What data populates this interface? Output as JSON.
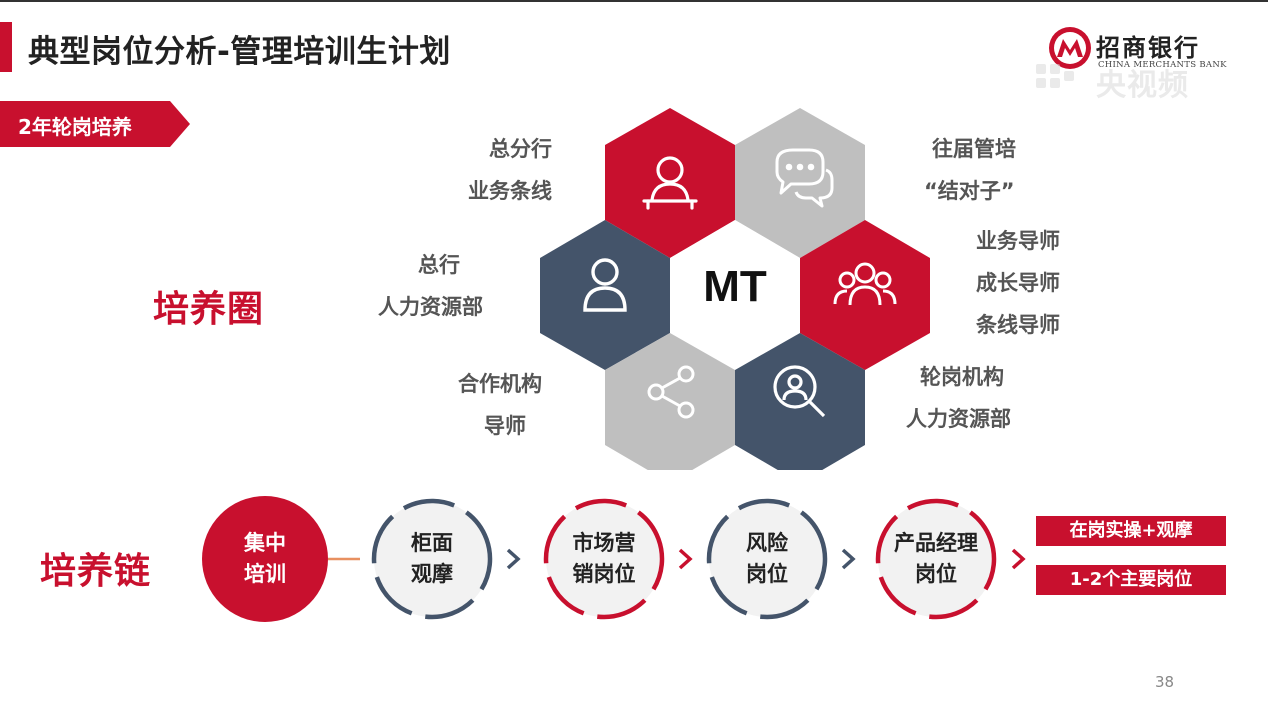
{
  "header": {
    "title": "典型岗位分析-管理培训生计划",
    "logo_text": "招商银行",
    "logo_sub": "CHINA MERCHANTS BANK",
    "watermark": "央视频"
  },
  "tag": {
    "label": "2年轮岗培养"
  },
  "section_circle": {
    "label": "培养圈"
  },
  "section_chain": {
    "label": "培养链"
  },
  "center_label": "MT",
  "hex_labels": {
    "top_left": {
      "line1": "总分行",
      "line2": "业务条线"
    },
    "top_right": {
      "line1": "往届管培",
      "line2": "“结对子”"
    },
    "left": {
      "line1": "总行",
      "line2": "人力资源部"
    },
    "right": {
      "line1": "业务导师",
      "line2": "成长导师",
      "line3": "条线导师"
    },
    "bottom_left": {
      "line1": "合作机构",
      "line2": "导师"
    },
    "bottom_right": {
      "line1": "轮岗机构",
      "line2": "人力资源部"
    }
  },
  "icons": {
    "top_left": "person-at-desk-icon",
    "top_right": "chat-bubbles-icon",
    "left": "person-icon",
    "right": "group-icon",
    "bottom_left": "share-icon",
    "bottom_right": "person-search-icon"
  },
  "chain": [
    {
      "line1": "集中",
      "line2": "培训"
    },
    {
      "line1": "柜面",
      "line2": "观摩"
    },
    {
      "line1": "市场营",
      "line2": "销岗位"
    },
    {
      "line1": "风险",
      "line2": "岗位"
    },
    {
      "line1": "产品经理",
      "line2": "岗位"
    }
  ],
  "boxes": [
    "在岗实操+观摩",
    "1-2个主要岗位"
  ],
  "page_number": "38",
  "colors": {
    "brand_red": "#c8102e",
    "slate": "#44546a",
    "grey": "#bfbfbf"
  }
}
